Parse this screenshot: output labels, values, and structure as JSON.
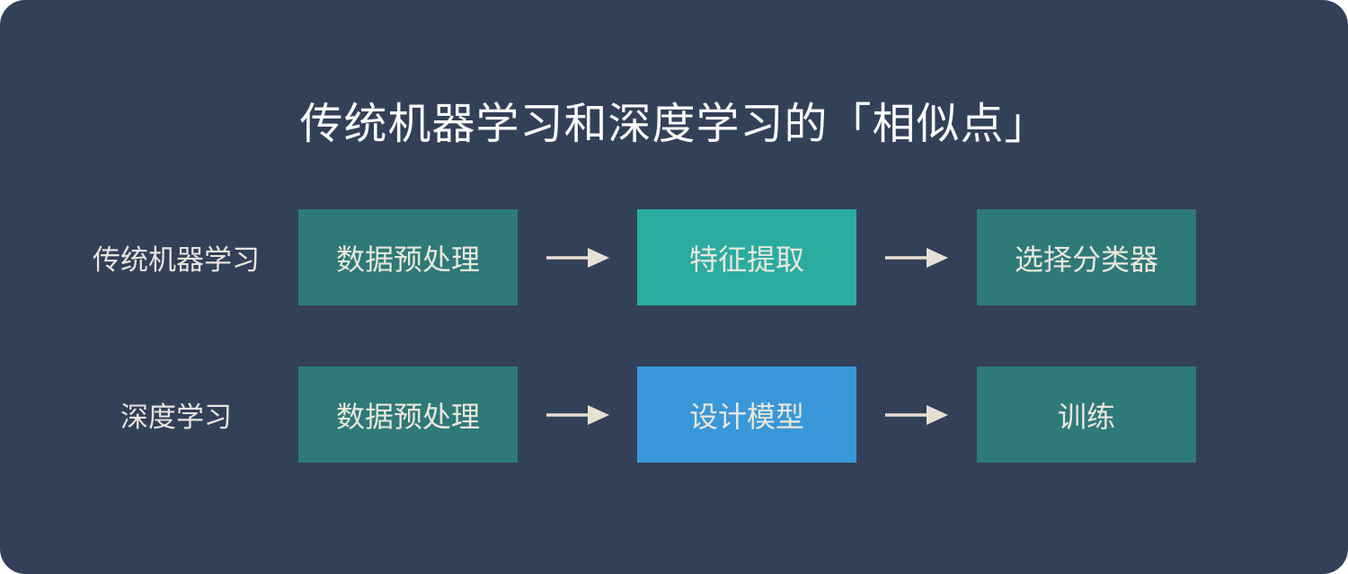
{
  "title": "传统机器学习和深度学习的「相似点」",
  "colors": {
    "page_background": "#ffffff",
    "panel_background": "#334158",
    "step_default": "#2e7a78",
    "step_highlight_teal": "#2aaca0",
    "step_highlight_blue": "#3998d9",
    "title_text": "#fafaf8",
    "label_text": "#e8e5de",
    "arrow": "#e8e0d6"
  },
  "icons": {
    "arrow_right": "→"
  },
  "rows": [
    {
      "label": "传统机器学习",
      "steps": [
        {
          "label": "数据预处理",
          "color": "#2e7a78"
        },
        {
          "label": "特征提取",
          "color": "#2aaca0"
        },
        {
          "label": "选择分类器",
          "color": "#2e7a78"
        }
      ]
    },
    {
      "label": "深度学习",
      "steps": [
        {
          "label": "数据预处理",
          "color": "#2e7a78"
        },
        {
          "label": "设计模型",
          "color": "#3998d9"
        },
        {
          "label": "训练",
          "color": "#2e7a78"
        }
      ]
    }
  ]
}
